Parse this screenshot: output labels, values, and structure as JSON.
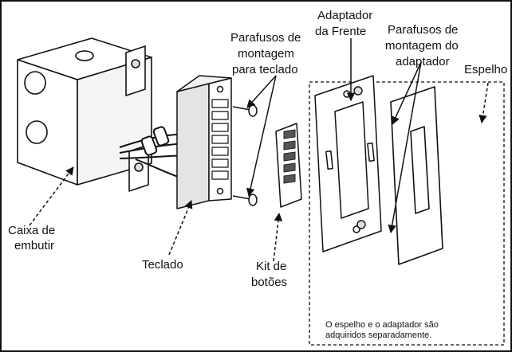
{
  "labels": {
    "caixa_line1": "Caixa de",
    "caixa_line2": "embutir",
    "teclado": "Teclado",
    "parafusos_teclado_line1": "Parafusos de",
    "parafusos_teclado_line2": "montagem",
    "parafusos_teclado_line3": "para teclado",
    "kit_line1": "Kit de",
    "kit_line2": "botões",
    "adaptador_line1": "Adaptador",
    "adaptador_line2": "da Frente",
    "parafusos_adaptador_line1": "Parafusos de",
    "parafusos_adaptador_line2": "montagem do",
    "parafusos_adaptador_line3": "adaptador",
    "espelho": "Espelho",
    "note_line1": "O espelho e o adaptador são",
    "note_line2": "adquiridos separadamente."
  }
}
